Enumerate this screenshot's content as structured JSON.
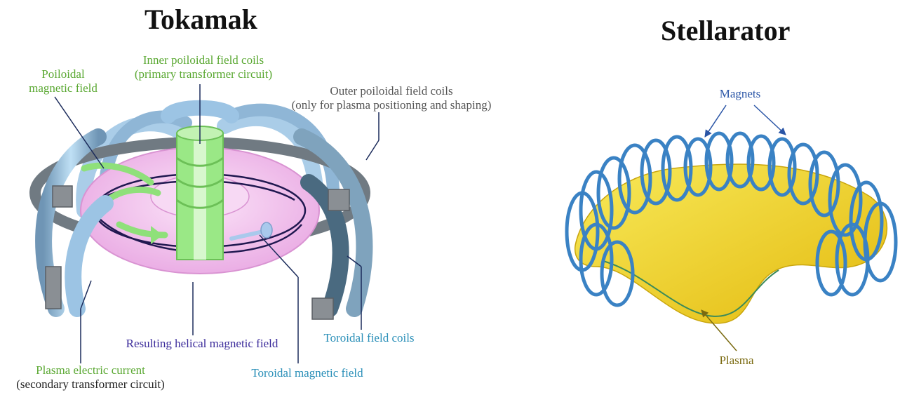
{
  "tokamak": {
    "title": "Tokamak",
    "labels": {
      "inner_coils_1": "Inner poiloidal field coils",
      "inner_coils_2": "(primary transformer circuit)",
      "poloidal_field_1": "Poiloidal",
      "poloidal_field_2": "magnetic field",
      "outer_coils_1": "Outer poiloidal field coils",
      "outer_coils_2": "(only for plasma positioning and shaping)",
      "helical_field": "Resulting helical magnetic field",
      "toroidal_coils": "Toroidal field coils",
      "plasma_current_1": "Plasma electric current",
      "plasma_current_2": "(secondary transformer circuit)",
      "toroidal_field": "Toroidal magnetic field"
    }
  },
  "stellarator": {
    "title": "Stellarator",
    "labels": {
      "magnets": "Magnets",
      "plasma": "Plasma"
    }
  },
  "colors": {
    "coil_light": "#9cc4e4",
    "coil_dark": "#4a6a80",
    "plasma_torus": "#f3c6ef",
    "inner_coil_green": "#8fe07a",
    "stellarator_magnet": "#3a82c4",
    "stellarator_plasma": "#f4d61c"
  }
}
